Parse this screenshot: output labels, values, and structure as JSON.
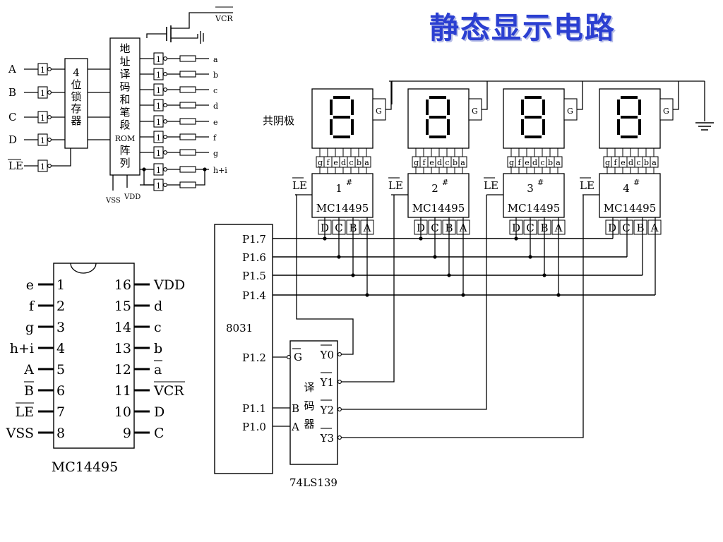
{
  "title": "静态显示电路",
  "decoder_block": {
    "inputs": [
      "A",
      "B",
      "C",
      "D",
      "LE"
    ],
    "inverter_label": "1",
    "latch_label": [
      "4",
      "位",
      "锁",
      "存",
      "器"
    ],
    "rom_label": [
      "地",
      "址",
      "译",
      "码",
      "和",
      "笔",
      "段",
      "ROM",
      "阵",
      "列"
    ],
    "outputs": [
      "a",
      "b",
      "c",
      "d",
      "e",
      "f",
      "g",
      "h+i"
    ],
    "vcr": "VCR",
    "vss": "VSS",
    "vdd": "VDD"
  },
  "pinout": {
    "chip": "MC14495",
    "left": [
      {
        "num": "1",
        "name": "e"
      },
      {
        "num": "2",
        "name": "f"
      },
      {
        "num": "3",
        "name": "g"
      },
      {
        "num": "4",
        "name": "h+i"
      },
      {
        "num": "5",
        "name": "A"
      },
      {
        "num": "6",
        "name": "B"
      },
      {
        "num": "7",
        "name": "LE"
      },
      {
        "num": "8",
        "name": "VSS"
      }
    ],
    "right": [
      {
        "num": "16",
        "name": "VDD"
      },
      {
        "num": "15",
        "name": "d"
      },
      {
        "num": "14",
        "name": "c"
      },
      {
        "num": "13",
        "name": "b"
      },
      {
        "num": "12",
        "name": "a"
      },
      {
        "num": "11",
        "name": "VCR"
      },
      {
        "num": "10",
        "name": "D"
      },
      {
        "num": "9",
        "name": "C"
      }
    ]
  },
  "display": {
    "common_label": "共阴极",
    "g_label": "G",
    "le_label": "LE",
    "segments": [
      "g",
      "f",
      "e",
      "d",
      "c",
      "b",
      "a"
    ],
    "chip_name": "MC14495",
    "inputs": [
      "D",
      "C",
      "B",
      "A"
    ],
    "units": [
      {
        "num": "1",
        "mark": "#"
      },
      {
        "num": "2",
        "mark": "#"
      },
      {
        "num": "3",
        "mark": "#"
      },
      {
        "num": "4",
        "mark": "#"
      }
    ]
  },
  "mcu": {
    "name": "8031",
    "ports": [
      "P1.7",
      "P1.6",
      "P1.5",
      "P1.4",
      "P1.2",
      "P1.1",
      "P1.0"
    ]
  },
  "decoder": {
    "chip": "74LS139",
    "label": [
      "译",
      "码",
      "器"
    ],
    "inputs": [
      "G",
      "B",
      "A"
    ],
    "outputs": [
      "Y0",
      "Y1",
      "Y2",
      "Y3"
    ]
  }
}
